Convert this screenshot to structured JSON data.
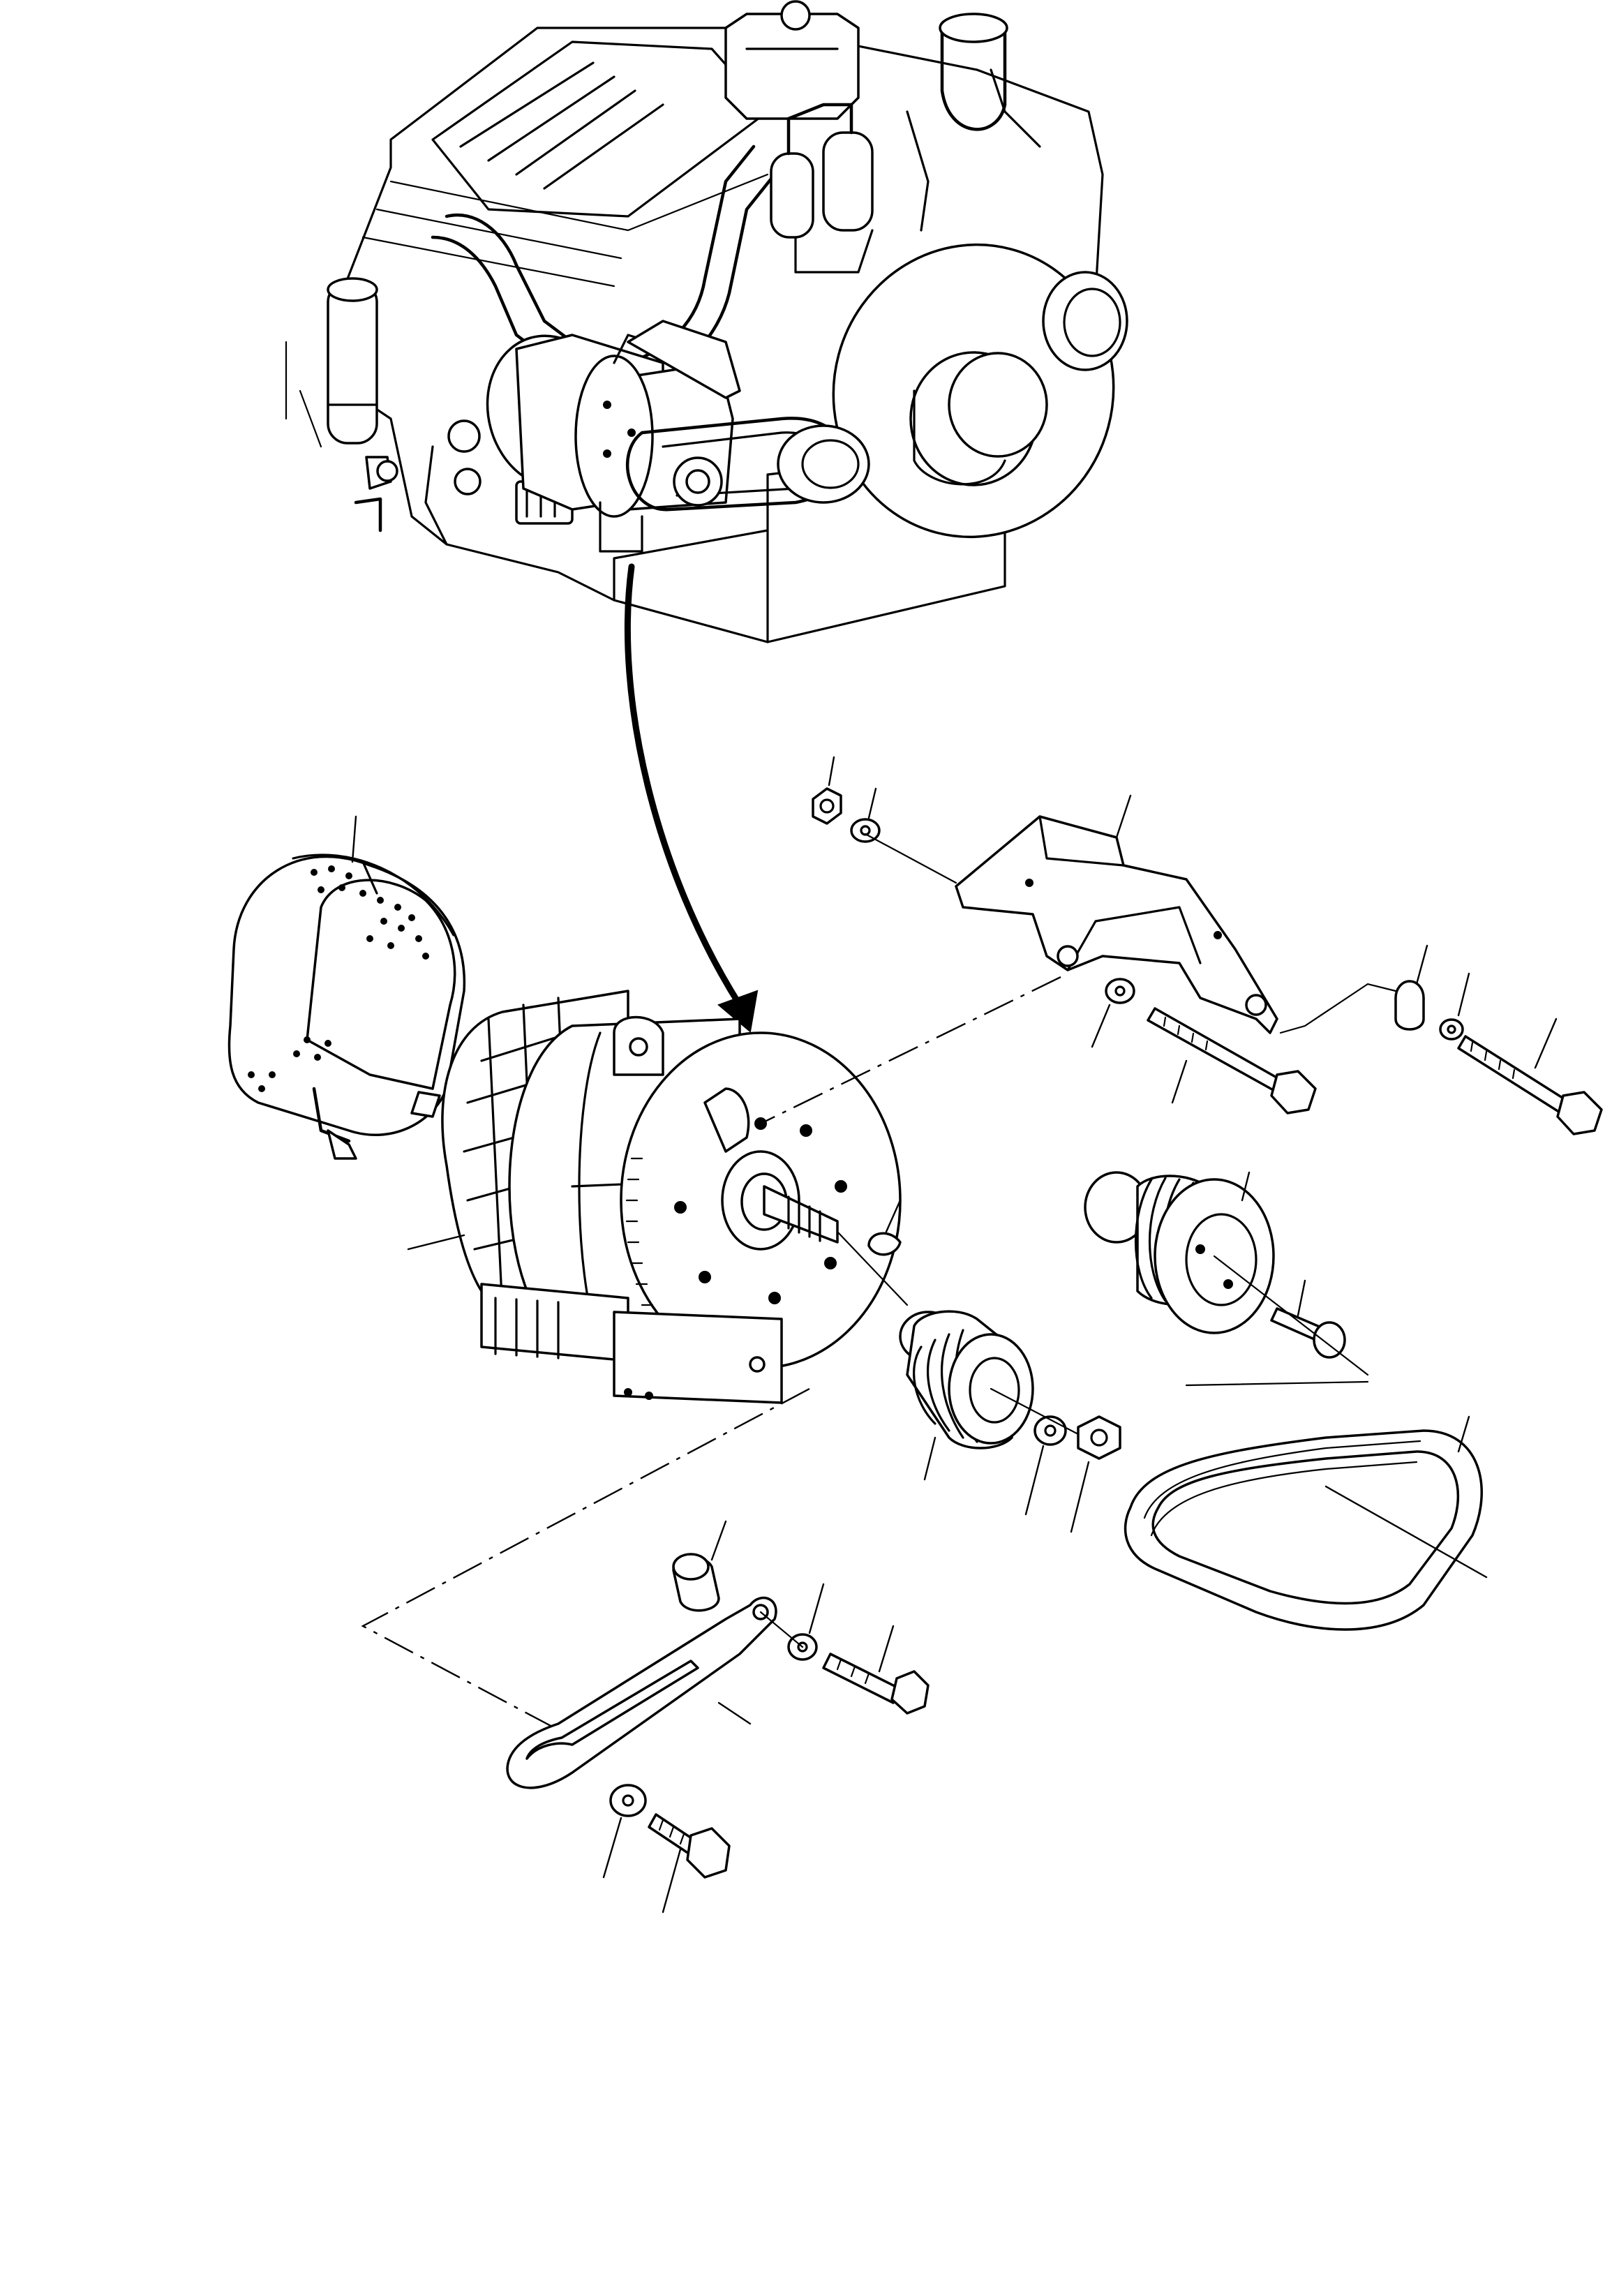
{
  "figure": {
    "type": "exploded-parts-diagram",
    "colors": {
      "ink": "#000000",
      "paper": "#ffffff"
    },
    "parts": [
      "engine-assembly",
      "alternator",
      "alternator-guard",
      "mounting-bracket",
      "adjusting-link",
      "drive-pulley",
      "double-groove-pulley",
      "v-belt",
      "bolts",
      "nuts",
      "washers",
      "spacers",
      "key"
    ]
  }
}
